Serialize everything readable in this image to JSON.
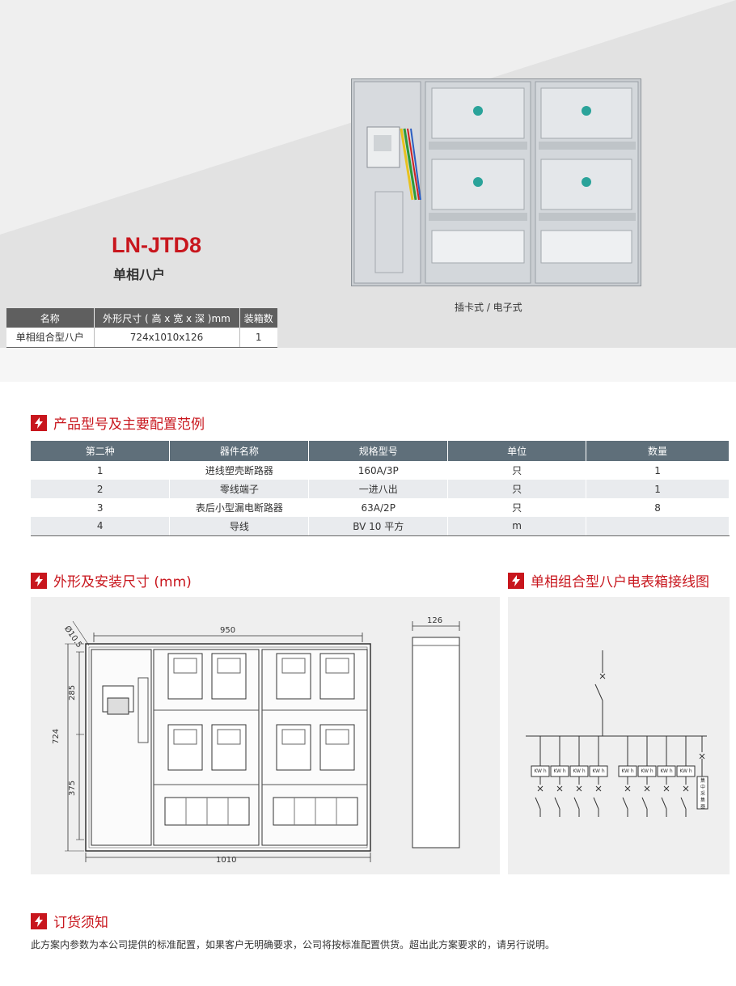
{
  "hero": {
    "model": "LN-JTD8",
    "subtitle": "单相八户",
    "caption": "插卡式 / 电子式",
    "spec_headers": [
      "名称",
      "外形尺寸 ( 高 x 宽 x 深 )mm",
      "装箱数"
    ],
    "spec_row": [
      "单相组合型八户",
      "724x1010x126",
      "1"
    ]
  },
  "config": {
    "title": "产品型号及主要配置范例",
    "headers": [
      "第二种",
      "器件名称",
      "规格型号",
      "单位",
      "数量"
    ],
    "rows": [
      [
        "1",
        "进线塑壳断路器",
        "160A/3P",
        "只",
        "1"
      ],
      [
        "2",
        "零线端子",
        "一进八出",
        "只",
        "1"
      ],
      [
        "3",
        "表后小型漏电断路器",
        "63A/2P",
        "只",
        "8"
      ],
      [
        "4",
        "导线",
        "BV 10 平方",
        "m",
        ""
      ]
    ]
  },
  "dimensions": {
    "title": "外形及安装尺寸 (mm)",
    "labels": {
      "hole": "Ø10.5",
      "inner_width": "950",
      "outer_width": "1010",
      "height": "724",
      "upper": "285",
      "lower": "375",
      "depth": "126"
    }
  },
  "wiring": {
    "title": "单相组合型八户电表箱接线图",
    "meter_label": "KW h",
    "collector_label": "集中采集器"
  },
  "ordering": {
    "title": "订货须知",
    "text": "此方案内参数为本公司提供的标准配置，如果客户无明确要求，公司将按标准配置供货。超出此方案要求的，请另行说明。"
  },
  "colors": {
    "accent": "#c8161d",
    "header_gray": "#5f6f7a",
    "panel_bg": "#efefef"
  }
}
